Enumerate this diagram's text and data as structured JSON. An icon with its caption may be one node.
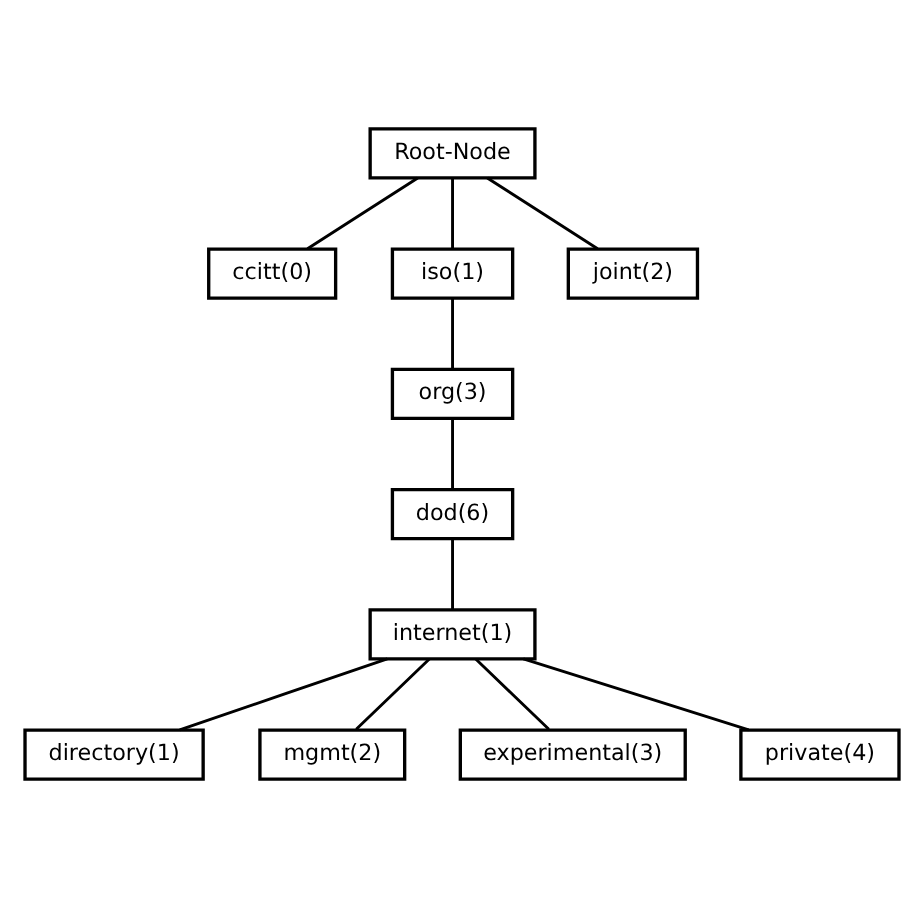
{
  "diagram": {
    "nodes": [
      {
        "text": [
          "Root-Node"
        ]
      },
      {
        "text": [
          "ccitt(0)"
        ]
      },
      {
        "text": [
          "iso(1)"
        ]
      },
      {
        "text": [
          "joint(2)"
        ]
      },
      {
        "text": [
          "org(3)"
        ]
      },
      {
        "text": [
          "dod(6)"
        ]
      },
      {
        "text": [
          "internet(1)"
        ]
      },
      {
        "text": [
          "directory(1)"
        ]
      },
      {
        "text": [
          "mgmt(2)"
        ]
      },
      {
        "text": [
          "experimental(3)"
        ]
      },
      {
        "text": [
          "private(4)"
        ]
      }
    ],
    "edges": [
      {
        "from": 0,
        "to": 1,
        "arrow": "none"
      },
      {
        "from": 0,
        "to": 2,
        "arrow": "none"
      },
      {
        "from": 0,
        "to": 3,
        "arrow": "none"
      },
      {
        "from": 2,
        "to": 4,
        "arrow": "none"
      },
      {
        "from": 4,
        "to": 5,
        "arrow": "none"
      },
      {
        "from": 5,
        "to": 6,
        "arrow": "none"
      },
      {
        "from": 6,
        "to": 7,
        "arrow": "none"
      },
      {
        "from": 6,
        "to": 8,
        "arrow": "none"
      },
      {
        "from": 6,
        "to": 9,
        "arrow": "none"
      },
      {
        "from": 6,
        "to": 10,
        "arrow": "none"
      }
    ]
  }
}
